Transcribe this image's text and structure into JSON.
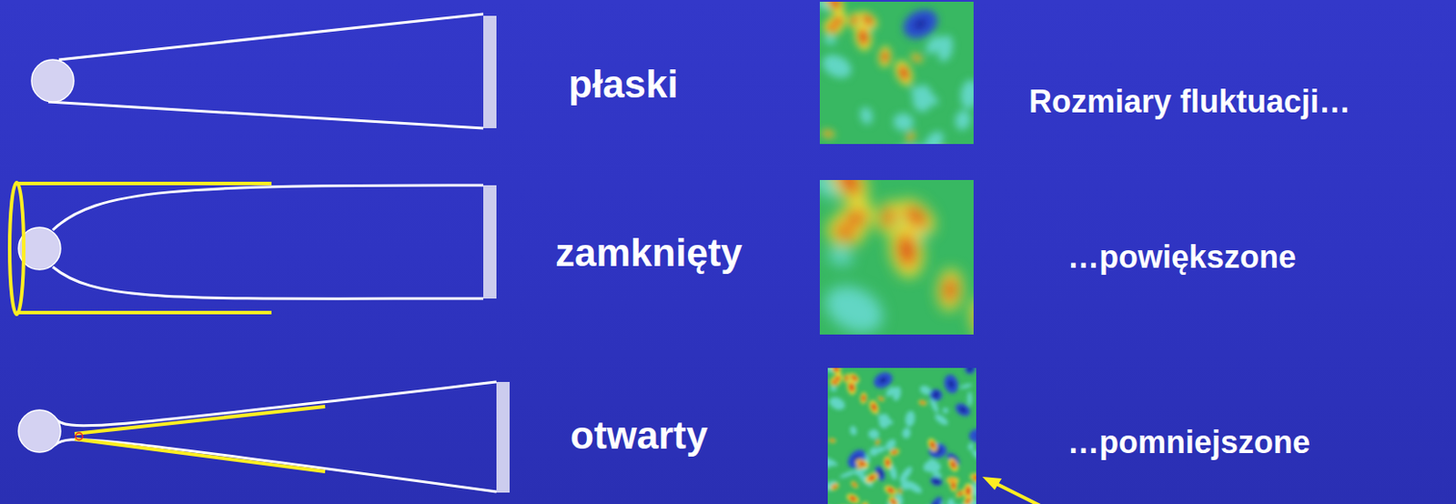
{
  "diagram": {
    "labels": [
      "płaski",
      "Rozmiary fluktuacji…",
      "zamknięty",
      "…powiększone",
      "otwarty",
      "…pomniejszone"
    ]
  }
}
